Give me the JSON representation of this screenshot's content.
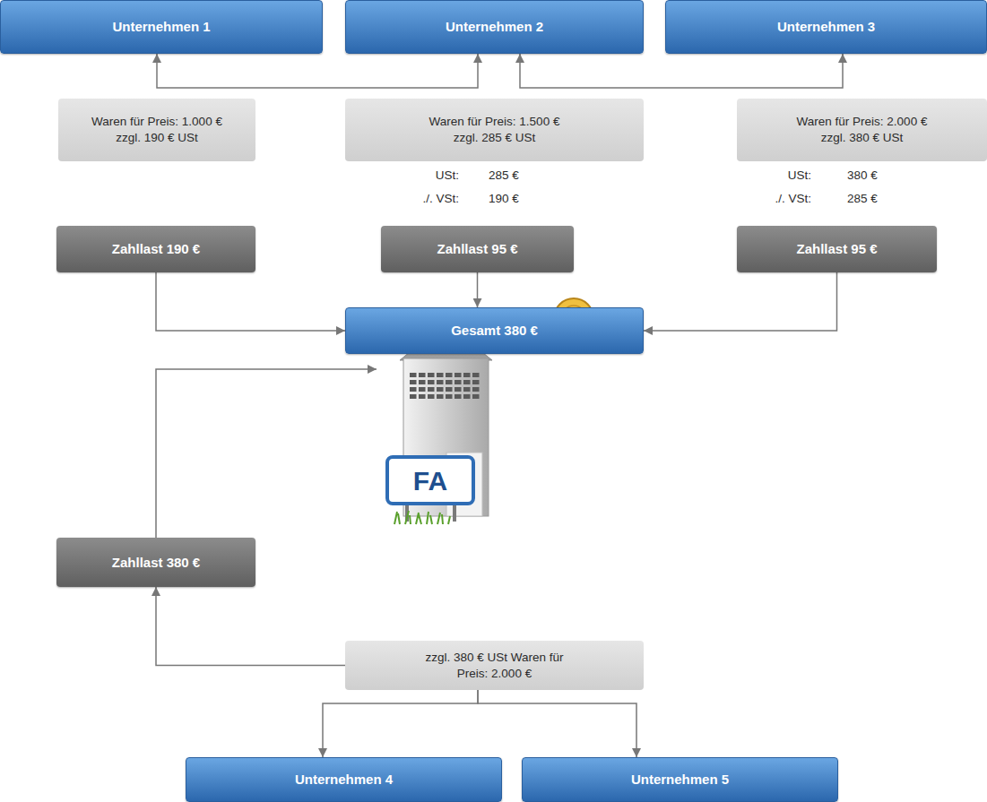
{
  "diagram": {
    "nodes": [
      {
        "text": [
          "Unternehmen 1"
        ]
      },
      {
        "text": [
          "Unternehmen 2"
        ]
      },
      {
        "text": [
          "Unternehmen 3"
        ]
      },
      {
        "text": [
          "Waren für Preis: 1.000 € zzgl. 190 € USt"
        ]
      },
      {
        "text": [
          "Waren für Preis: 1.500 € zzgl. 285 € USt"
        ]
      },
      {
        "text": [
          "Waren für Preis: 2.000 € zzgl. 380 € USt"
        ]
      },
      {
        "text": [
          "Zahllast 190 €"
        ]
      },
      {
        "text": [
          "Zahllast 95 €"
        ]
      },
      {
        "text": [
          "Zahllast 95 €"
        ]
      },
      {
        "text": [
          "Gesamt 380 €"
        ]
      },
      {
        "text": [
          "Zahllast 380 €"
        ]
      },
      {
        "text": [
          "FA"
        ]
      },
      {
        "text": [
          "zzgl. 380 € USt Waren für Preis: 2.000 €"
        ]
      },
      {
        "text": [
          "Unternehmen 4"
        ]
      },
      {
        "text": [
          "Unternehmen 5"
        ]
      }
    ],
    "edges": [
      {
        "from": 0,
        "to": 1,
        "arrow": "both"
      },
      {
        "from": 1,
        "to": 2,
        "arrow": "both"
      },
      {
        "from": 6,
        "to": 9,
        "arrow": "to"
      },
      {
        "from": 7,
        "to": 9,
        "arrow": "to"
      },
      {
        "from": 8,
        "to": 9,
        "arrow": "to"
      },
      {
        "from": 10,
        "to": 11,
        "arrow": "to"
      },
      {
        "from": 12,
        "to": 10,
        "arrow": "to"
      },
      {
        "from": 12,
        "to": 13,
        "arrow": "to"
      },
      {
        "from": 12,
        "to": 14,
        "arrow": "to"
      }
    ],
    "labels": [
      "USt:",
      "285 €",
      "./. VSt:",
      "190 €",
      "USt:",
      "380 €",
      "./. VSt:",
      "285 €"
    ]
  }
}
